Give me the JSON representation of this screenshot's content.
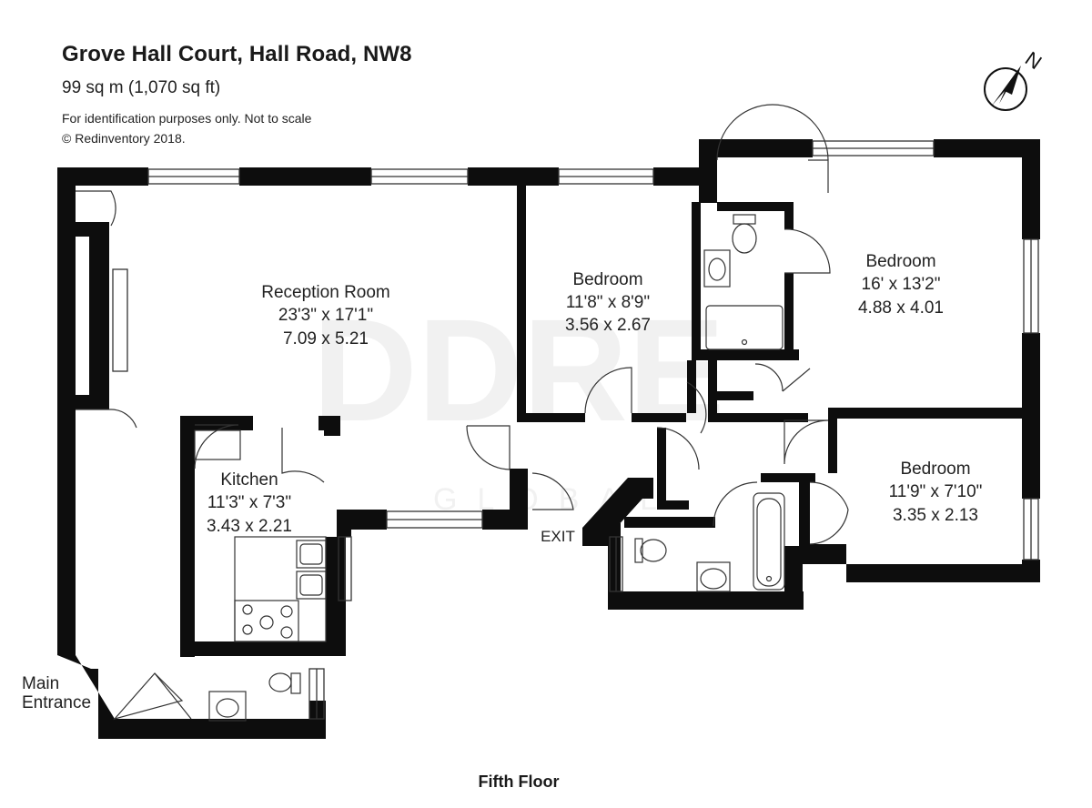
{
  "header": {
    "title": "Grove Hall Court, Hall Road, NW8",
    "area": "99 sq m (1,070 sq ft)",
    "disclaimer": "For identification purposes only. Not to scale",
    "copyright": "© Redinventory 2018."
  },
  "compass": {
    "letter": "N"
  },
  "watermark": {
    "main": "DDRE",
    "sub": "GLOBAL"
  },
  "rooms": {
    "reception": {
      "name": "Reception Room",
      "imperial": "23'3\" x 17'1\"",
      "metric": "7.09 x 5.21"
    },
    "bedroom1": {
      "name": "Bedroom",
      "imperial": "11'8\" x 8'9\"",
      "metric": "3.56 x 2.67"
    },
    "bedroom2": {
      "name": "Bedroom",
      "imperial": "16' x 13'2\"",
      "metric": "4.88 x 4.01"
    },
    "bedroom3": {
      "name": "Bedroom",
      "imperial": "11'9\" x 7'10\"",
      "metric": "3.35 x 2.13"
    },
    "kitchen": {
      "name": "Kitchen",
      "imperial": "11'3\" x 7'3\"",
      "metric": "3.43 x 2.21"
    }
  },
  "labels": {
    "exit": "EXIT",
    "main_entrance_line1": "Main",
    "main_entrance_line2": "Entrance"
  },
  "floor": {
    "label": "Fifth Floor"
  },
  "colors": {
    "wall": "#0d0d0d",
    "line": "#333333",
    "watermark": "#f1f1f1"
  }
}
